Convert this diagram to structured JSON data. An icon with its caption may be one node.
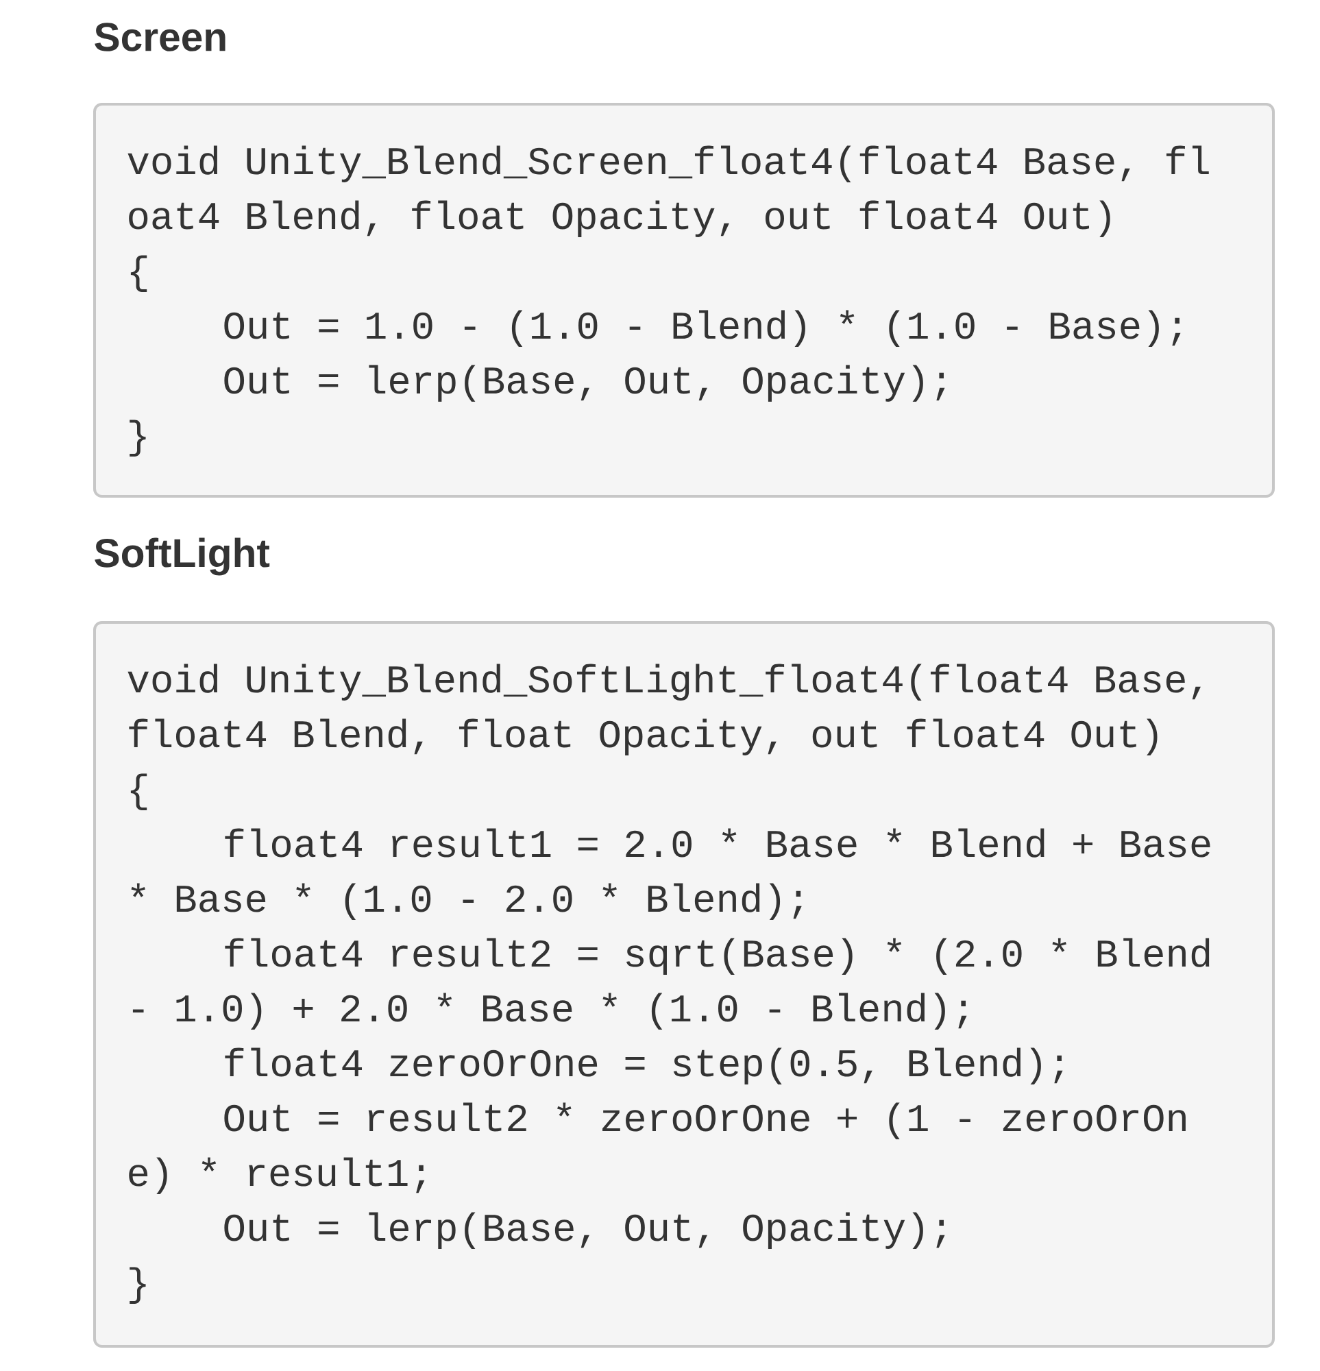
{
  "diagram": {
    "nodes": [
      {
        "text": [
          "Screen",
          "void Unity_Blend_Screen_float4(float4 Base, fl",
          "oat4 Blend, float Opacity, out float4 Out)",
          "{",
          "Out = 1.0 - (1.0 - Blend) * (1.0 - Base);",
          "Out = lerp(Base, Out, Opacity);",
          "}"
        ]
      },
      {
        "text": [
          "SoftLight",
          "void Unity_Blend_SoftLight_float4(float4 Base,",
          "float4 Blend, float Opacity, out float4 Out)",
          "{",
          "float4 result1 = 2.0 * Base * Blend + Base",
          "* Base * (1.0 - 2.0 * Blend);",
          "float4 result2 = sqrt(Base) * (2.0 * Blend",
          "- 1.0) + 2.0 * Base * (1.0 - Blend);",
          "float4 zeroOrOne = step(0.5, Blend);",
          "Out = result2 * zeroOrOne + (1 - zeroOrOn",
          "e) * result1;",
          "Out = lerp(Base, Out, Opacity);",
          "}"
        ]
      }
    ]
  }
}
